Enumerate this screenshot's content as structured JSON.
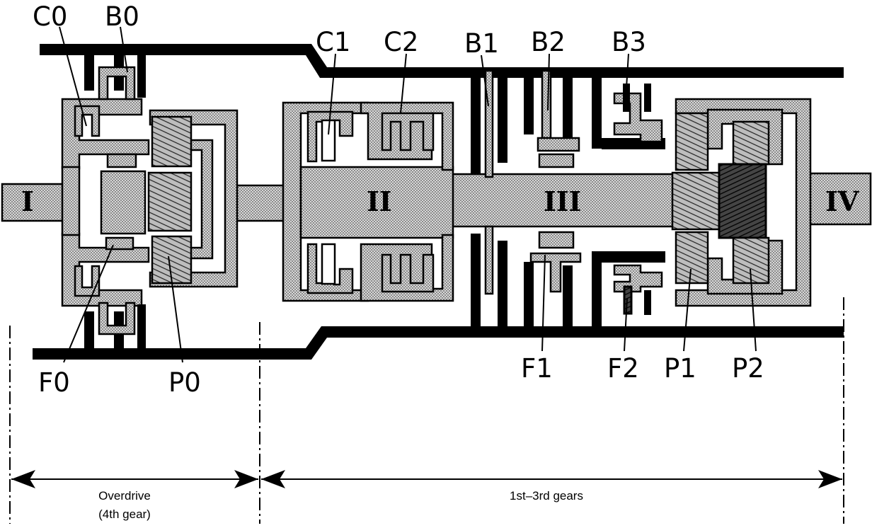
{
  "diagram": {
    "component_labels": {
      "C0": "C0",
      "B0": "B0",
      "C1": "C1",
      "C2": "C2",
      "B1": "B1",
      "B2": "B2",
      "B3": "B3",
      "F0": "F0",
      "P0": "P0",
      "F1": "F1",
      "F2": "F2",
      "P1": "P1",
      "P2": "P2"
    },
    "shaft_labels": {
      "I": "I",
      "II": "II",
      "III": "III",
      "IV": "IV"
    },
    "ranges": {
      "overdrive_line1": "Overdrive",
      "overdrive_line2": "(4th gear)",
      "lower_gears": "1st–3rd gears"
    },
    "colors": {
      "ink": "#000000",
      "stipple": "#8a8a8a",
      "background": "#ffffff"
    }
  }
}
